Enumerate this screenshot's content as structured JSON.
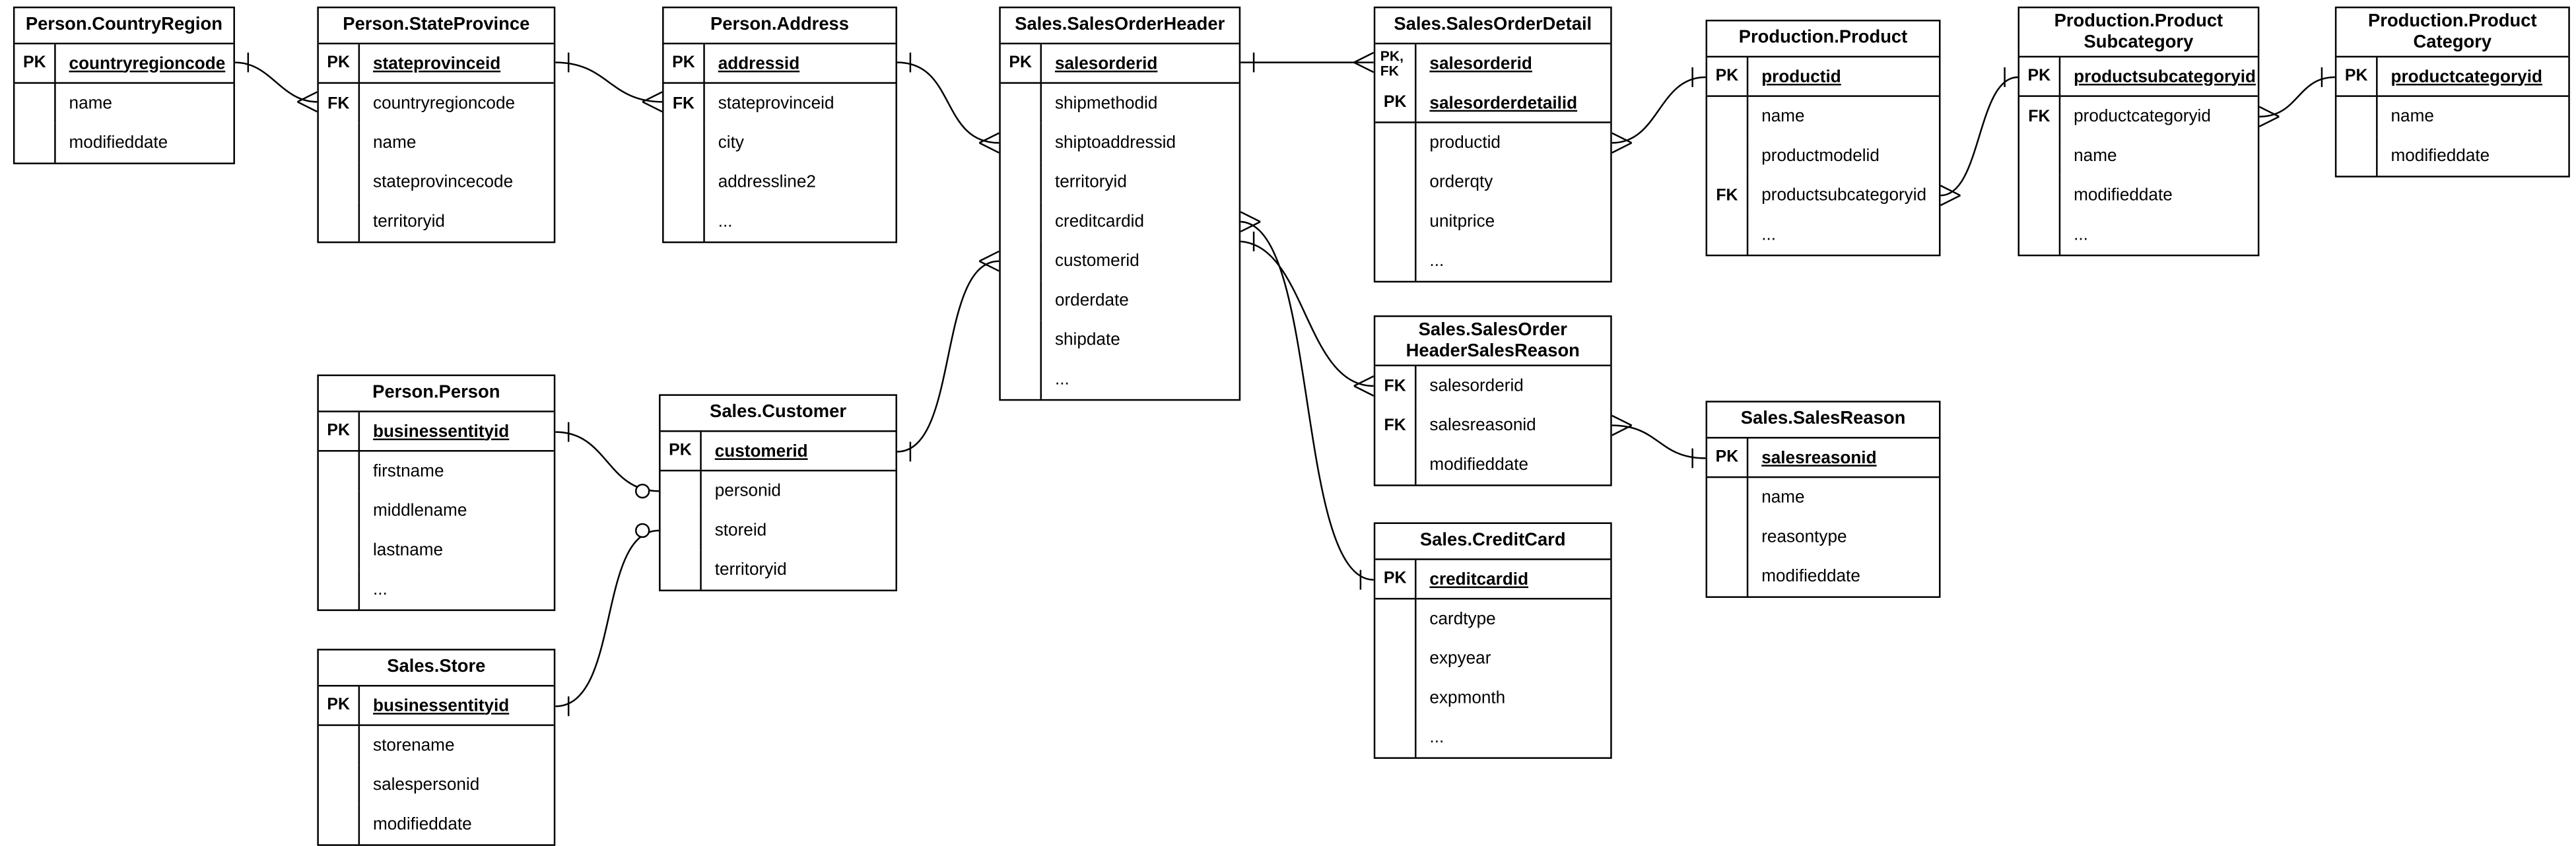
{
  "colors": {
    "background": "#ffffff",
    "line": "#000000",
    "text": "#000000"
  },
  "diagram": {
    "tables": [
      {
        "id": "countryregion",
        "title": "Person.CountryRegion",
        "rows": [
          {
            "key": "PK",
            "name": "countryregioncode",
            "pk": true
          },
          {
            "key": "",
            "name": "name"
          },
          {
            "key": "",
            "name": "modifieddate"
          }
        ]
      },
      {
        "id": "stateprovince",
        "title": "Person.StateProvince",
        "rows": [
          {
            "key": "PK",
            "name": "stateprovinceid",
            "pk": true
          },
          {
            "key": "FK",
            "name": "countryregioncode"
          },
          {
            "key": "",
            "name": "name"
          },
          {
            "key": "",
            "name": "stateprovincecode"
          },
          {
            "key": "",
            "name": "territoryid"
          }
        ]
      },
      {
        "id": "address",
        "title": "Person.Address",
        "rows": [
          {
            "key": "PK",
            "name": "addressid",
            "pk": true
          },
          {
            "key": "FK",
            "name": "stateprovinceid"
          },
          {
            "key": "",
            "name": "city"
          },
          {
            "key": "",
            "name": "addressline2"
          },
          {
            "key": "",
            "name": "..."
          }
        ]
      },
      {
        "id": "salesorderheader",
        "title": "Sales.SalesOrderHeader",
        "rows": [
          {
            "key": "PK",
            "name": "salesorderid",
            "pk": true
          },
          {
            "key": "",
            "name": "shipmethodid"
          },
          {
            "key": "",
            "name": "shiptoaddressid"
          },
          {
            "key": "",
            "name": "territoryid"
          },
          {
            "key": "",
            "name": "creditcardid"
          },
          {
            "key": "",
            "name": "customerid"
          },
          {
            "key": "",
            "name": "orderdate"
          },
          {
            "key": "",
            "name": "shipdate"
          },
          {
            "key": "",
            "name": "..."
          }
        ]
      },
      {
        "id": "salesorderdetail",
        "title": "Sales.SalesOrderDetail",
        "rows": [
          {
            "key": "PK,\nFK",
            "name": "salesorderid",
            "pk": true
          },
          {
            "key": "PK",
            "name": "salesorderdetailid",
            "pk": true
          },
          {
            "key": "",
            "name": "productid"
          },
          {
            "key": "",
            "name": "orderqty"
          },
          {
            "key": "",
            "name": "unitprice"
          },
          {
            "key": "",
            "name": "..."
          }
        ]
      },
      {
        "id": "product",
        "title": "Production.Product",
        "rows": [
          {
            "key": "PK",
            "name": "productid",
            "pk": true
          },
          {
            "key": "",
            "name": "name"
          },
          {
            "key": "",
            "name": "productmodelid"
          },
          {
            "key": "FK",
            "name": "productsubcategoryid"
          },
          {
            "key": "",
            "name": "..."
          }
        ]
      },
      {
        "id": "productsubcategory",
        "title": "Production.Product Subcategory",
        "rows": [
          {
            "key": "PK",
            "name": "productsubcategoryid",
            "pk": true
          },
          {
            "key": "FK",
            "name": "productcategoryid"
          },
          {
            "key": "",
            "name": "name"
          },
          {
            "key": "",
            "name": "modifieddate"
          },
          {
            "key": "",
            "name": "..."
          }
        ]
      },
      {
        "id": "productcategory",
        "title": "Production.Product Category",
        "rows": [
          {
            "key": "PK",
            "name": "productcategoryid",
            "pk": true
          },
          {
            "key": "",
            "name": "name"
          },
          {
            "key": "",
            "name": "modifieddate"
          }
        ]
      },
      {
        "id": "person",
        "title": "Person.Person",
        "rows": [
          {
            "key": "PK",
            "name": "businessentityid",
            "pk": true
          },
          {
            "key": "",
            "name": "firstname"
          },
          {
            "key": "",
            "name": "middlename"
          },
          {
            "key": "",
            "name": "lastname"
          },
          {
            "key": "",
            "name": "..."
          }
        ]
      },
      {
        "id": "customer",
        "title": "Sales.Customer",
        "rows": [
          {
            "key": "PK",
            "name": "customerid",
            "pk": true
          },
          {
            "key": "",
            "name": "personid"
          },
          {
            "key": "",
            "name": "storeid"
          },
          {
            "key": "",
            "name": "territoryid"
          }
        ]
      },
      {
        "id": "sohsr",
        "title": "Sales.SalesOrder HeaderSalesReason",
        "rows": [
          {
            "key": "FK",
            "name": "salesorderid"
          },
          {
            "key": "FK",
            "name": "salesreasonid"
          },
          {
            "key": "",
            "name": "modifieddate"
          }
        ]
      },
      {
        "id": "salesreason",
        "title": "Sales.SalesReason",
        "rows": [
          {
            "key": "PK",
            "name": "salesreasonid",
            "pk": true
          },
          {
            "key": "",
            "name": "name"
          },
          {
            "key": "",
            "name": "reasontype"
          },
          {
            "key": "",
            "name": "modifieddate"
          }
        ]
      },
      {
        "id": "creditcard",
        "title": "Sales.CreditCard",
        "rows": [
          {
            "key": "PK",
            "name": "creditcardid",
            "pk": true
          },
          {
            "key": "",
            "name": "cardtype"
          },
          {
            "key": "",
            "name": "expyear"
          },
          {
            "key": "",
            "name": "expmonth"
          },
          {
            "key": "",
            "name": "..."
          }
        ]
      },
      {
        "id": "store",
        "title": "Sales.Store",
        "rows": [
          {
            "key": "PK",
            "name": "businessentityid",
            "pk": true
          },
          {
            "key": "",
            "name": "storename"
          },
          {
            "key": "",
            "name": "salespersonid"
          },
          {
            "key": "",
            "name": "modifieddate"
          }
        ]
      }
    ],
    "relationships": [
      {
        "from": "Person.CountryRegion",
        "to": "Person.StateProvince",
        "cardinality": "one-to-many"
      },
      {
        "from": "Person.StateProvince",
        "to": "Person.Address",
        "cardinality": "one-to-many"
      },
      {
        "from": "Person.Address",
        "to": "Sales.SalesOrderHeader",
        "cardinality": "one-to-many"
      },
      {
        "from": "Sales.Customer",
        "to": "Sales.SalesOrderHeader",
        "cardinality": "one-to-many"
      },
      {
        "from": "Sales.SalesOrderHeader",
        "to": "Sales.SalesOrderDetail",
        "cardinality": "one-to-many"
      },
      {
        "from": "Production.Product",
        "to": "Sales.SalesOrderDetail",
        "cardinality": "one-to-many"
      },
      {
        "from": "Production.ProductSubcategory",
        "to": "Production.Product",
        "cardinality": "one-to-many"
      },
      {
        "from": "Production.ProductCategory",
        "to": "Production.ProductSubcategory",
        "cardinality": "one-to-many"
      },
      {
        "from": "Person.Person",
        "to": "Sales.Customer",
        "cardinality": "one-to-zero-or-one"
      },
      {
        "from": "Sales.Store",
        "to": "Sales.Customer",
        "cardinality": "one-to-zero-or-one"
      },
      {
        "from": "Sales.SalesOrderHeader",
        "to": "Sales.SalesOrderHeaderSalesReason",
        "cardinality": "one-to-many"
      },
      {
        "from": "Sales.CreditCard",
        "to": "Sales.SalesOrderHeader",
        "cardinality": "one-to-many"
      },
      {
        "from": "Sales.SalesReason",
        "to": "Sales.SalesOrderHeaderSalesReason",
        "cardinality": "one-to-many"
      }
    ]
  }
}
